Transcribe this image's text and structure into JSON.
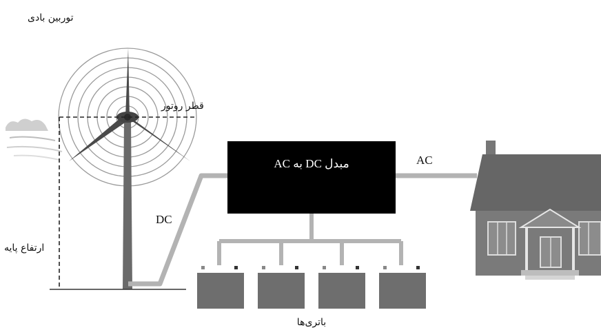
{
  "labels": {
    "wind_turbine": "توربین بادی",
    "rotor_diameter": "قطر روتور",
    "tower_height": "ارتفاع پایه",
    "converter": "مبدل DC به AC",
    "dc": "DC",
    "ac": "AC",
    "batteries": "باتری‌ها"
  },
  "colors": {
    "wire": "#b3b3b3",
    "battery": "#6e6e6e",
    "converter_box": "#000000",
    "house_roof": "#666666",
    "house_wall": "#7a7a7a",
    "tower": "#6a6a6a"
  },
  "icons": {
    "turbine": "wind-turbine-icon",
    "clouds": "cloud-icon",
    "house": "house-icon",
    "battery": "battery-icon"
  },
  "battery_count": 4
}
